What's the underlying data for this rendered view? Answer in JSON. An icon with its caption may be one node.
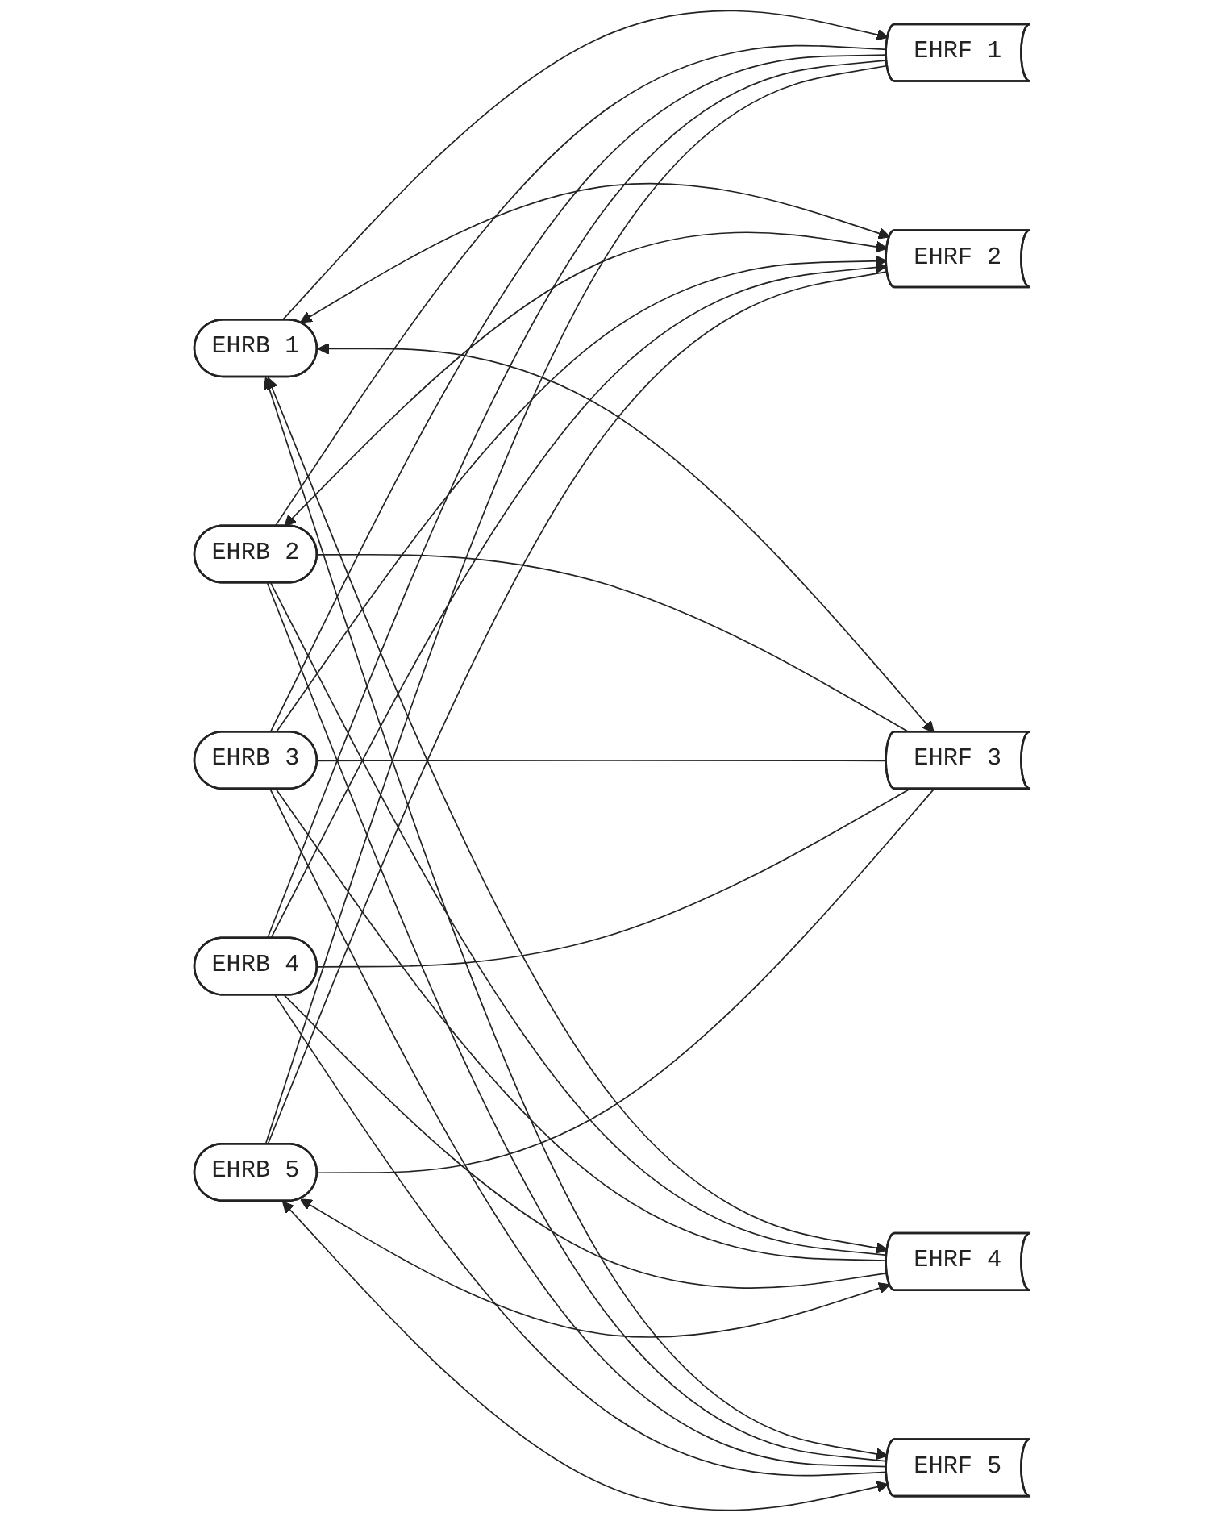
{
  "diagram": {
    "nodes": [
      {
        "text": [
          "EHRB 1"
        ]
      },
      {
        "text": [
          "EHRB 2"
        ]
      },
      {
        "text": [
          "EHRB 3"
        ]
      },
      {
        "text": [
          "EHRB 4"
        ]
      },
      {
        "text": [
          "EHRB 5"
        ]
      },
      {
        "text": [
          "EHRF 1"
        ]
      },
      {
        "text": [
          "EHRF 2"
        ]
      },
      {
        "text": [
          "EHRF 3"
        ]
      },
      {
        "text": [
          "EHRF 4"
        ]
      },
      {
        "text": [
          "EHRF 5"
        ]
      }
    ],
    "edges": [
      {
        "from": 0,
        "to": 5,
        "arrow": "to"
      },
      {
        "from": 0,
        "to": 6,
        "arrow": "both"
      },
      {
        "from": 0,
        "to": 7,
        "arrow": "both"
      },
      {
        "from": 0,
        "to": 8,
        "arrow": "both"
      },
      {
        "from": 0,
        "to": 9,
        "arrow": "both"
      },
      {
        "from": 1,
        "to": 5,
        "arrow": "none"
      },
      {
        "from": 1,
        "to": 6,
        "arrow": "both"
      },
      {
        "from": 1,
        "to": 7,
        "arrow": "none"
      },
      {
        "from": 1,
        "to": 8,
        "arrow": "none"
      },
      {
        "from": 1,
        "to": 9,
        "arrow": "none"
      },
      {
        "from": 2,
        "to": 5,
        "arrow": "none"
      },
      {
        "from": 2,
        "to": 6,
        "arrow": "to"
      },
      {
        "from": 2,
        "to": 7,
        "arrow": "none"
      },
      {
        "from": 2,
        "to": 8,
        "arrow": "none"
      },
      {
        "from": 2,
        "to": 9,
        "arrow": "none"
      },
      {
        "from": 3,
        "to": 5,
        "arrow": "none"
      },
      {
        "from": 3,
        "to": 6,
        "arrow": "to"
      },
      {
        "from": 3,
        "to": 7,
        "arrow": "none"
      },
      {
        "from": 3,
        "to": 8,
        "arrow": "none"
      },
      {
        "from": 3,
        "to": 9,
        "arrow": "none"
      },
      {
        "from": 4,
        "to": 5,
        "arrow": "none"
      },
      {
        "from": 4,
        "to": 6,
        "arrow": "none"
      },
      {
        "from": 4,
        "to": 7,
        "arrow": "none"
      },
      {
        "from": 4,
        "to": 8,
        "arrow": "both"
      },
      {
        "from": 4,
        "to": 9,
        "arrow": "both"
      }
    ]
  }
}
